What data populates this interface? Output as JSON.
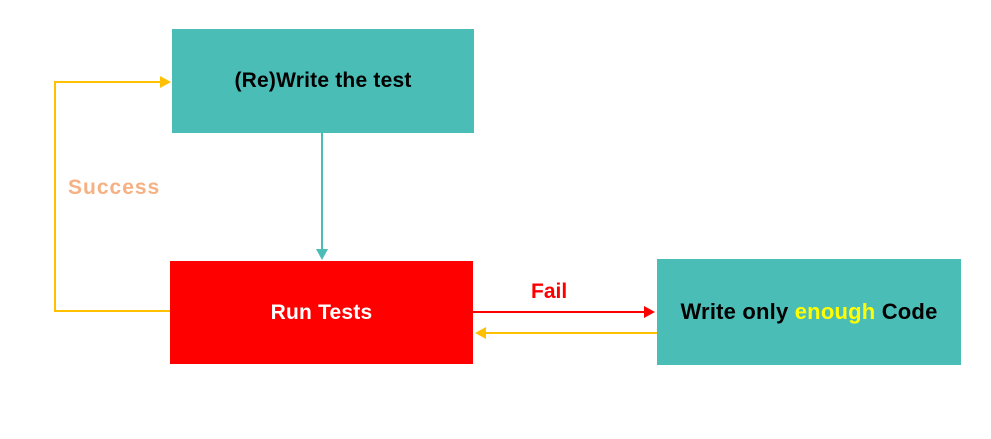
{
  "diagram": {
    "kind": "flowchart",
    "nodes": [
      {
        "id": "rewrite-test",
        "label": "(Re)Write the test",
        "bg": "#4abdb7",
        "text_color": "#000000"
      },
      {
        "id": "run-tests",
        "label": "Run Tests",
        "bg": "#ff0000",
        "text_color": "#ffffff"
      },
      {
        "id": "write-code",
        "bg": "#4abdb7",
        "label_parts": [
          {
            "text": "Write only ",
            "color": "#000000"
          },
          {
            "text": "enough",
            "color": "#ffff00"
          },
          {
            "text": " Code",
            "color": "#000000"
          }
        ]
      }
    ],
    "edges": [
      {
        "from": "rewrite-test",
        "to": "run-tests",
        "label": "",
        "color": "#4abdb7"
      },
      {
        "from": "run-tests",
        "to": "write-code",
        "label": "Fail",
        "color": "#ff0000",
        "label_color": "#ff0000"
      },
      {
        "from": "write-code",
        "to": "run-tests",
        "label": "",
        "color": "#ffc000"
      },
      {
        "from": "run-tests",
        "to": "rewrite-test",
        "label": "Success",
        "color": "#ffc000",
        "label_color": "#f5b183"
      }
    ],
    "colors": {
      "teal": "#4abdb7",
      "red": "#ff0000",
      "gold": "#ffc000",
      "success_label": "#f5b183",
      "enough_highlight": "#ffff00"
    }
  }
}
